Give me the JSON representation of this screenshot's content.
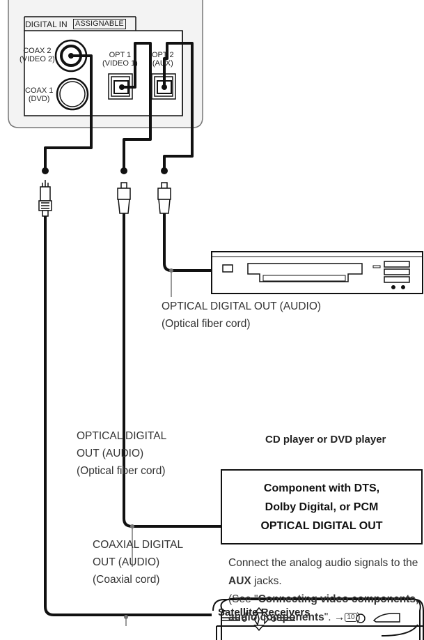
{
  "panel": {
    "title": "DIGITAL IN",
    "badge": "ASSIGNABLE",
    "jacks": {
      "coax2": [
        "COAX 2",
        "(VIDEO 2)"
      ],
      "coax1": [
        "COAX 1",
        "(DVD)"
      ],
      "opt1": [
        "OPT 1",
        "(VIDEO 1)"
      ],
      "opt2": [
        "OPT 2",
        "(AUX)"
      ]
    }
  },
  "cd_player": {
    "title": "CD player or DVD player",
    "cable_label": [
      "OPTICAL DIGITAL  OUT (AUDIO)",
      "(Optical fiber cord)"
    ]
  },
  "component": {
    "lines": [
      "Component with DTS,",
      "Dolby Digital, or PCM",
      "OPTICAL DIGITAL OUT"
    ],
    "cable_label": [
      "OPTICAL DIGITAL",
      "OUT (AUDIO)",
      "(Optical fiber cord)"
    ]
  },
  "note": {
    "text_1": "Connect the analog audio signals to the ",
    "aux": "AUX",
    "text_2": " jacks.",
    "see_open": "(See \"",
    "see_bold": "Connecting video components, audio components",
    "see_close": "\".  →",
    "page_ref": "10",
    "paren_close": ")"
  },
  "satellite": {
    "title": "Satellite Receivers",
    "cable_label": [
      "COAXIAL DIGITAL",
      "OUT (AUDIO)",
      "(Coaxial cord)"
    ]
  },
  "colors": {
    "line": "#111111",
    "panel": "#f3f3f3",
    "panel_border": "#777777"
  }
}
